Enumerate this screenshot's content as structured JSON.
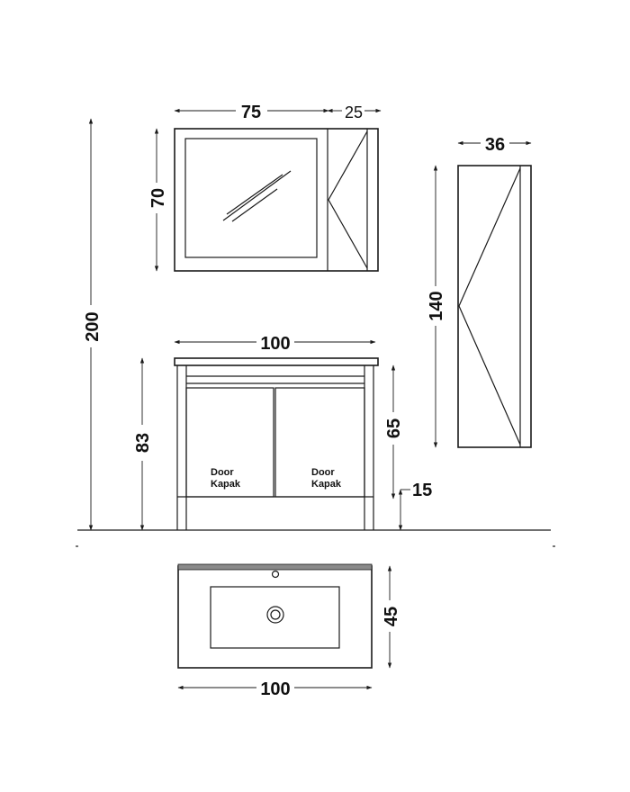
{
  "dimensions": {
    "total_height": "200",
    "mirror_width": "75",
    "mirror_side_width": "25",
    "mirror_height": "70",
    "tall_cabinet_width": "36",
    "tall_cabinet_height": "140",
    "vanity_width": "100",
    "vanity_height": "83",
    "vanity_door_height": "65",
    "vanity_leg_height": "15",
    "basin_width": "100",
    "basin_depth": "45"
  },
  "labels": {
    "door_left_line1": "Door",
    "door_left_line2": "Kapak",
    "door_right_line1": "Door",
    "door_right_line2": "Kapak"
  }
}
